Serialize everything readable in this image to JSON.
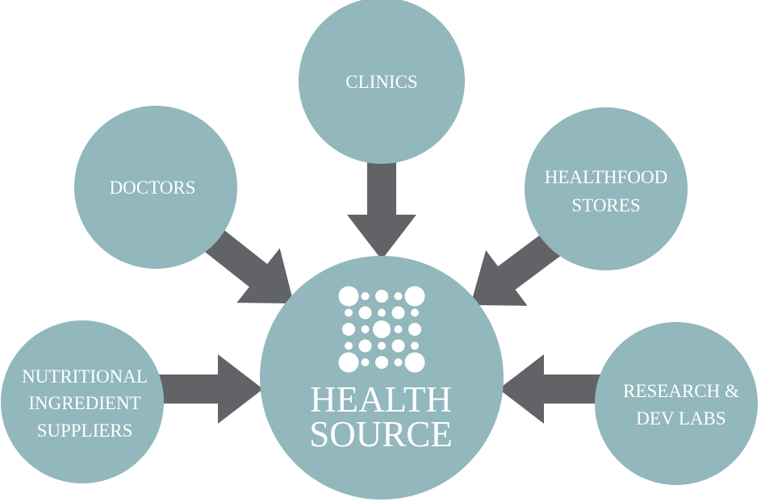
{
  "colors": {
    "node": "#92b7bc",
    "arrow": "#616367",
    "text": "#ffffff"
  },
  "center": {
    "title_line1": "HEALTH",
    "title_line2": "SOURCE",
    "logo": "dot-grid-logo"
  },
  "nodes": [
    {
      "id": "clinics",
      "lines": [
        "CLINICS"
      ]
    },
    {
      "id": "doctors",
      "lines": [
        "DOCTORS"
      ]
    },
    {
      "id": "healthfood",
      "lines": [
        "HEALTHFOOD",
        "STORES"
      ]
    },
    {
      "id": "nutritional",
      "lines": [
        "NUTRITIONAL",
        "INGREDIENT",
        "SUPPLIERS"
      ]
    },
    {
      "id": "research",
      "lines": [
        "RESEARCH &",
        "DEV LABS"
      ]
    }
  ]
}
